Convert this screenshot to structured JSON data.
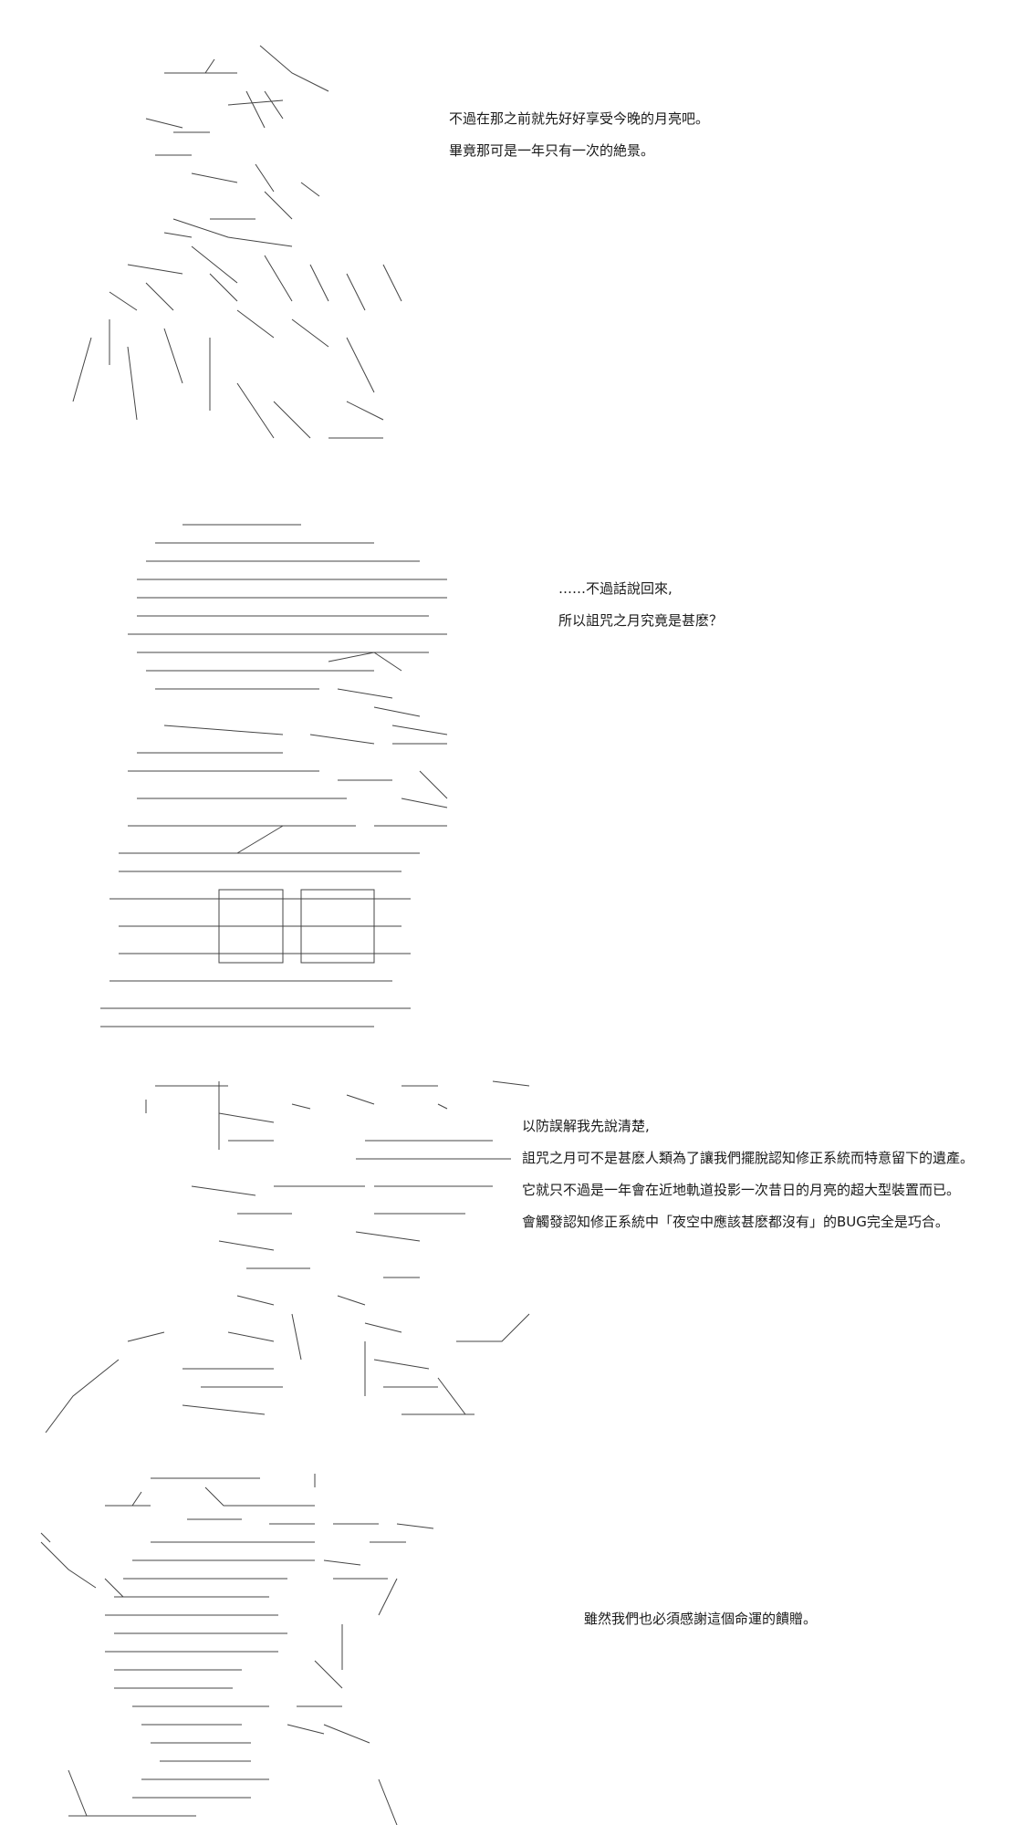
{
  "panels": [
    {
      "lines": [
        "不過在那之前就先好好享受今晚的月亮吧。",
        "畢竟那可是一年只有一次的絶景。"
      ]
    },
    {
      "lines": [
        "……不過話說回來,",
        "所以詛咒之月究竟是甚麽？"
      ]
    },
    {
      "lines": [
        "以防誤解我先說清楚,",
        "詛咒之月可不是甚麽人類為了讓我們擺脫認知修正系統而特意留下的遺產。",
        "它就只不過是一年會在近地軌道投影一次昔日的月亮的超大型裝置而已。",
        "會觸發認知修正系統中「夜空中應該甚麽都沒有」的BUG完全是巧合。"
      ]
    },
    {
      "lines": [
        "雖然我們也必須感謝這個命運的饋贈。"
      ]
    }
  ],
  "colors": {
    "text": "#1a1a1a",
    "art": "#444444",
    "background": "#ffffff"
  }
}
